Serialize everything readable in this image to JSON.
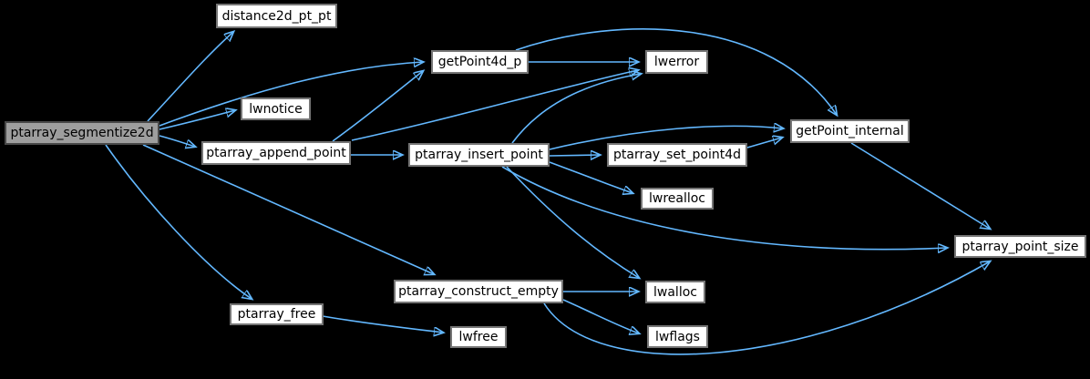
{
  "graph": {
    "kind": "doxygen-call-graph",
    "root_function": "ptarray_segmentize2d",
    "colors": {
      "background": "#000000",
      "edge": "#63b8ff",
      "node_fill": "#ffffff",
      "node_border": "#757575",
      "root_fill": "#9e9e9e",
      "root_border": "#484848",
      "text": "#000000"
    },
    "nodes": [
      {
        "id": "ptarray_segmentize2d",
        "label": "ptarray_segmentize2d",
        "is_root": true
      },
      {
        "id": "distance2d_pt_pt",
        "label": "distance2d_pt_pt",
        "is_root": false
      },
      {
        "id": "getPoint4d_p",
        "label": "getPoint4d_p",
        "is_root": false
      },
      {
        "id": "lwerror",
        "label": "lwerror",
        "is_root": false
      },
      {
        "id": "lwnotice",
        "label": "lwnotice",
        "is_root": false
      },
      {
        "id": "ptarray_append_point",
        "label": "ptarray_append_point",
        "is_root": false
      },
      {
        "id": "ptarray_insert_point",
        "label": "ptarray_insert_point",
        "is_root": false
      },
      {
        "id": "ptarray_set_point4d",
        "label": "ptarray_set_point4d",
        "is_root": false
      },
      {
        "id": "getPoint_internal",
        "label": "getPoint_internal",
        "is_root": false
      },
      {
        "id": "lwrealloc",
        "label": "lwrealloc",
        "is_root": false
      },
      {
        "id": "ptarray_point_size",
        "label": "ptarray_point_size",
        "is_root": false
      },
      {
        "id": "ptarray_construct_empty",
        "label": "ptarray_construct_empty",
        "is_root": false
      },
      {
        "id": "lwalloc",
        "label": "lwalloc",
        "is_root": false
      },
      {
        "id": "lwflags",
        "label": "lwflags",
        "is_root": false
      },
      {
        "id": "ptarray_free",
        "label": "ptarray_free",
        "is_root": false
      },
      {
        "id": "lwfree",
        "label": "lwfree",
        "is_root": false
      }
    ],
    "edges": [
      {
        "from": "ptarray_segmentize2d",
        "to": "distance2d_pt_pt"
      },
      {
        "from": "ptarray_segmentize2d",
        "to": "getPoint4d_p"
      },
      {
        "from": "ptarray_segmentize2d",
        "to": "lwnotice"
      },
      {
        "from": "ptarray_segmentize2d",
        "to": "ptarray_append_point"
      },
      {
        "from": "ptarray_segmentize2d",
        "to": "ptarray_construct_empty"
      },
      {
        "from": "ptarray_segmentize2d",
        "to": "ptarray_free"
      },
      {
        "from": "getPoint4d_p",
        "to": "lwerror"
      },
      {
        "from": "getPoint4d_p",
        "to": "getPoint_internal"
      },
      {
        "from": "ptarray_append_point",
        "to": "getPoint4d_p"
      },
      {
        "from": "ptarray_append_point",
        "to": "lwerror"
      },
      {
        "from": "ptarray_append_point",
        "to": "ptarray_insert_point"
      },
      {
        "from": "ptarray_insert_point",
        "to": "lwerror"
      },
      {
        "from": "ptarray_insert_point",
        "to": "getPoint_internal"
      },
      {
        "from": "ptarray_insert_point",
        "to": "ptarray_set_point4d"
      },
      {
        "from": "ptarray_insert_point",
        "to": "lwrealloc"
      },
      {
        "from": "ptarray_insert_point",
        "to": "lwalloc"
      },
      {
        "from": "ptarray_insert_point",
        "to": "ptarray_point_size"
      },
      {
        "from": "ptarray_set_point4d",
        "to": "getPoint_internal"
      },
      {
        "from": "getPoint_internal",
        "to": "ptarray_point_size"
      },
      {
        "from": "ptarray_construct_empty",
        "to": "lwalloc"
      },
      {
        "from": "ptarray_construct_empty",
        "to": "lwflags"
      },
      {
        "from": "ptarray_construct_empty",
        "to": "ptarray_point_size"
      },
      {
        "from": "ptarray_free",
        "to": "lwfree"
      }
    ]
  }
}
